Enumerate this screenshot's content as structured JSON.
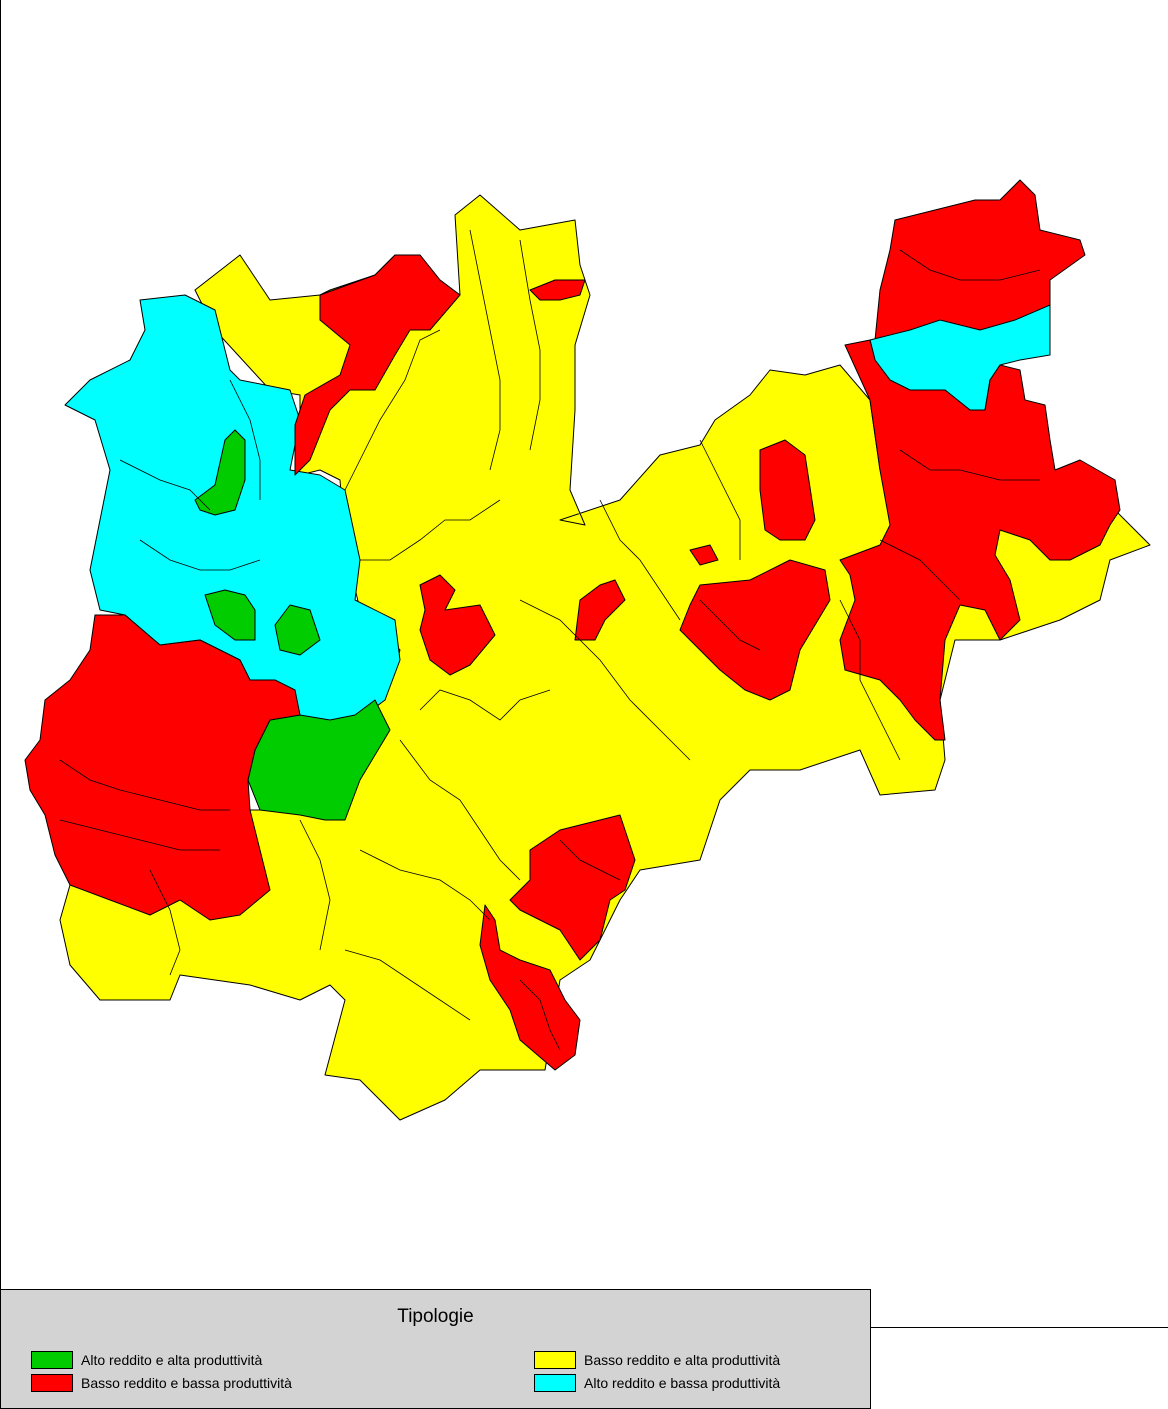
{
  "legend": {
    "title": "Tipologie",
    "items": [
      {
        "label": "Alto reddito e alta produttività",
        "color": "#00cc00"
      },
      {
        "label": "Basso reddito e bassa produttività",
        "color": "#ff0000"
      },
      {
        "label": "Basso reddito e alta produttività",
        "color": "#ffff00"
      },
      {
        "label": "Alto reddito e bassa produttività",
        "color": "#00ffff"
      }
    ]
  },
  "map": {
    "outline_color": "#000000",
    "categories": {
      "green": "#00cc00",
      "red": "#ff0000",
      "yellow": "#ffff00",
      "cyan": "#00ffff"
    }
  }
}
